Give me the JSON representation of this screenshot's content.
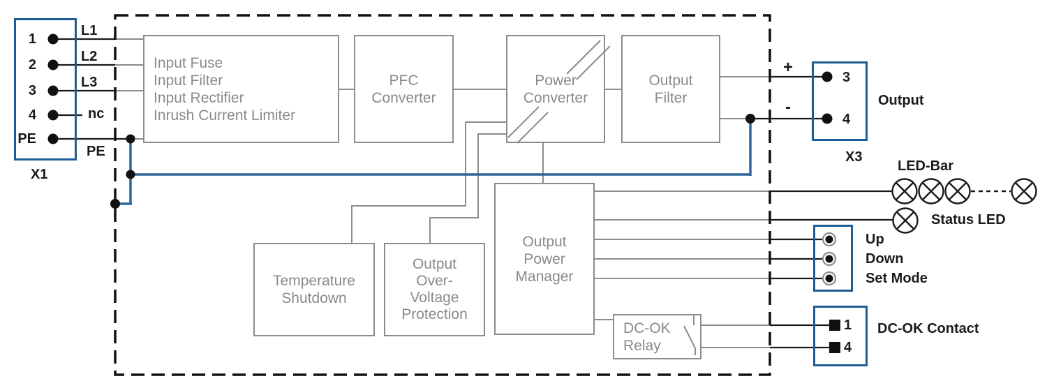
{
  "x1": {
    "name": "X1",
    "terminals": [
      "1",
      "2",
      "3",
      "4",
      "PE"
    ]
  },
  "input_wires": {
    "l1": "L1",
    "l2": "L2",
    "l3": "L3",
    "nc": "nc",
    "pe": "PE"
  },
  "blocks": {
    "input_stage": [
      "Input Fuse",
      "Input Filter",
      "Input Rectifier",
      "Inrush Current Limiter"
    ],
    "pfc_converter": [
      "PFC",
      "Converter"
    ],
    "power_converter": [
      "Power",
      "Converter"
    ],
    "output_filter": [
      "Output",
      "Filter"
    ],
    "temperature_shutdown": [
      "Temperature",
      "Shutdown"
    ],
    "output_over_voltage_protection": [
      "Output",
      "Over-",
      "Voltage",
      "Protection"
    ],
    "output_power_manager": [
      "Output",
      "Power",
      "Manager"
    ],
    "dc_ok_relay": [
      "DC-OK",
      "Relay"
    ]
  },
  "output": {
    "plus": "+",
    "minus": "-",
    "terminal_3": "3",
    "terminal_4": "4",
    "label": "Output",
    "connector": "X3"
  },
  "indicators": {
    "led_bar": "LED-Bar",
    "status_led": "Status LED"
  },
  "buttons": {
    "up": "Up",
    "down": "Down",
    "set_mode": "Set Mode"
  },
  "dc_ok": {
    "label": "DC-OK Contact",
    "terminal_1": "1",
    "terminal_4": "4"
  },
  "colors": {
    "connector_blue": "#1e5c96",
    "wire_blue": "#2f6699",
    "block_gray": "#8c8c8c",
    "line_black": "#1a1a1a"
  }
}
